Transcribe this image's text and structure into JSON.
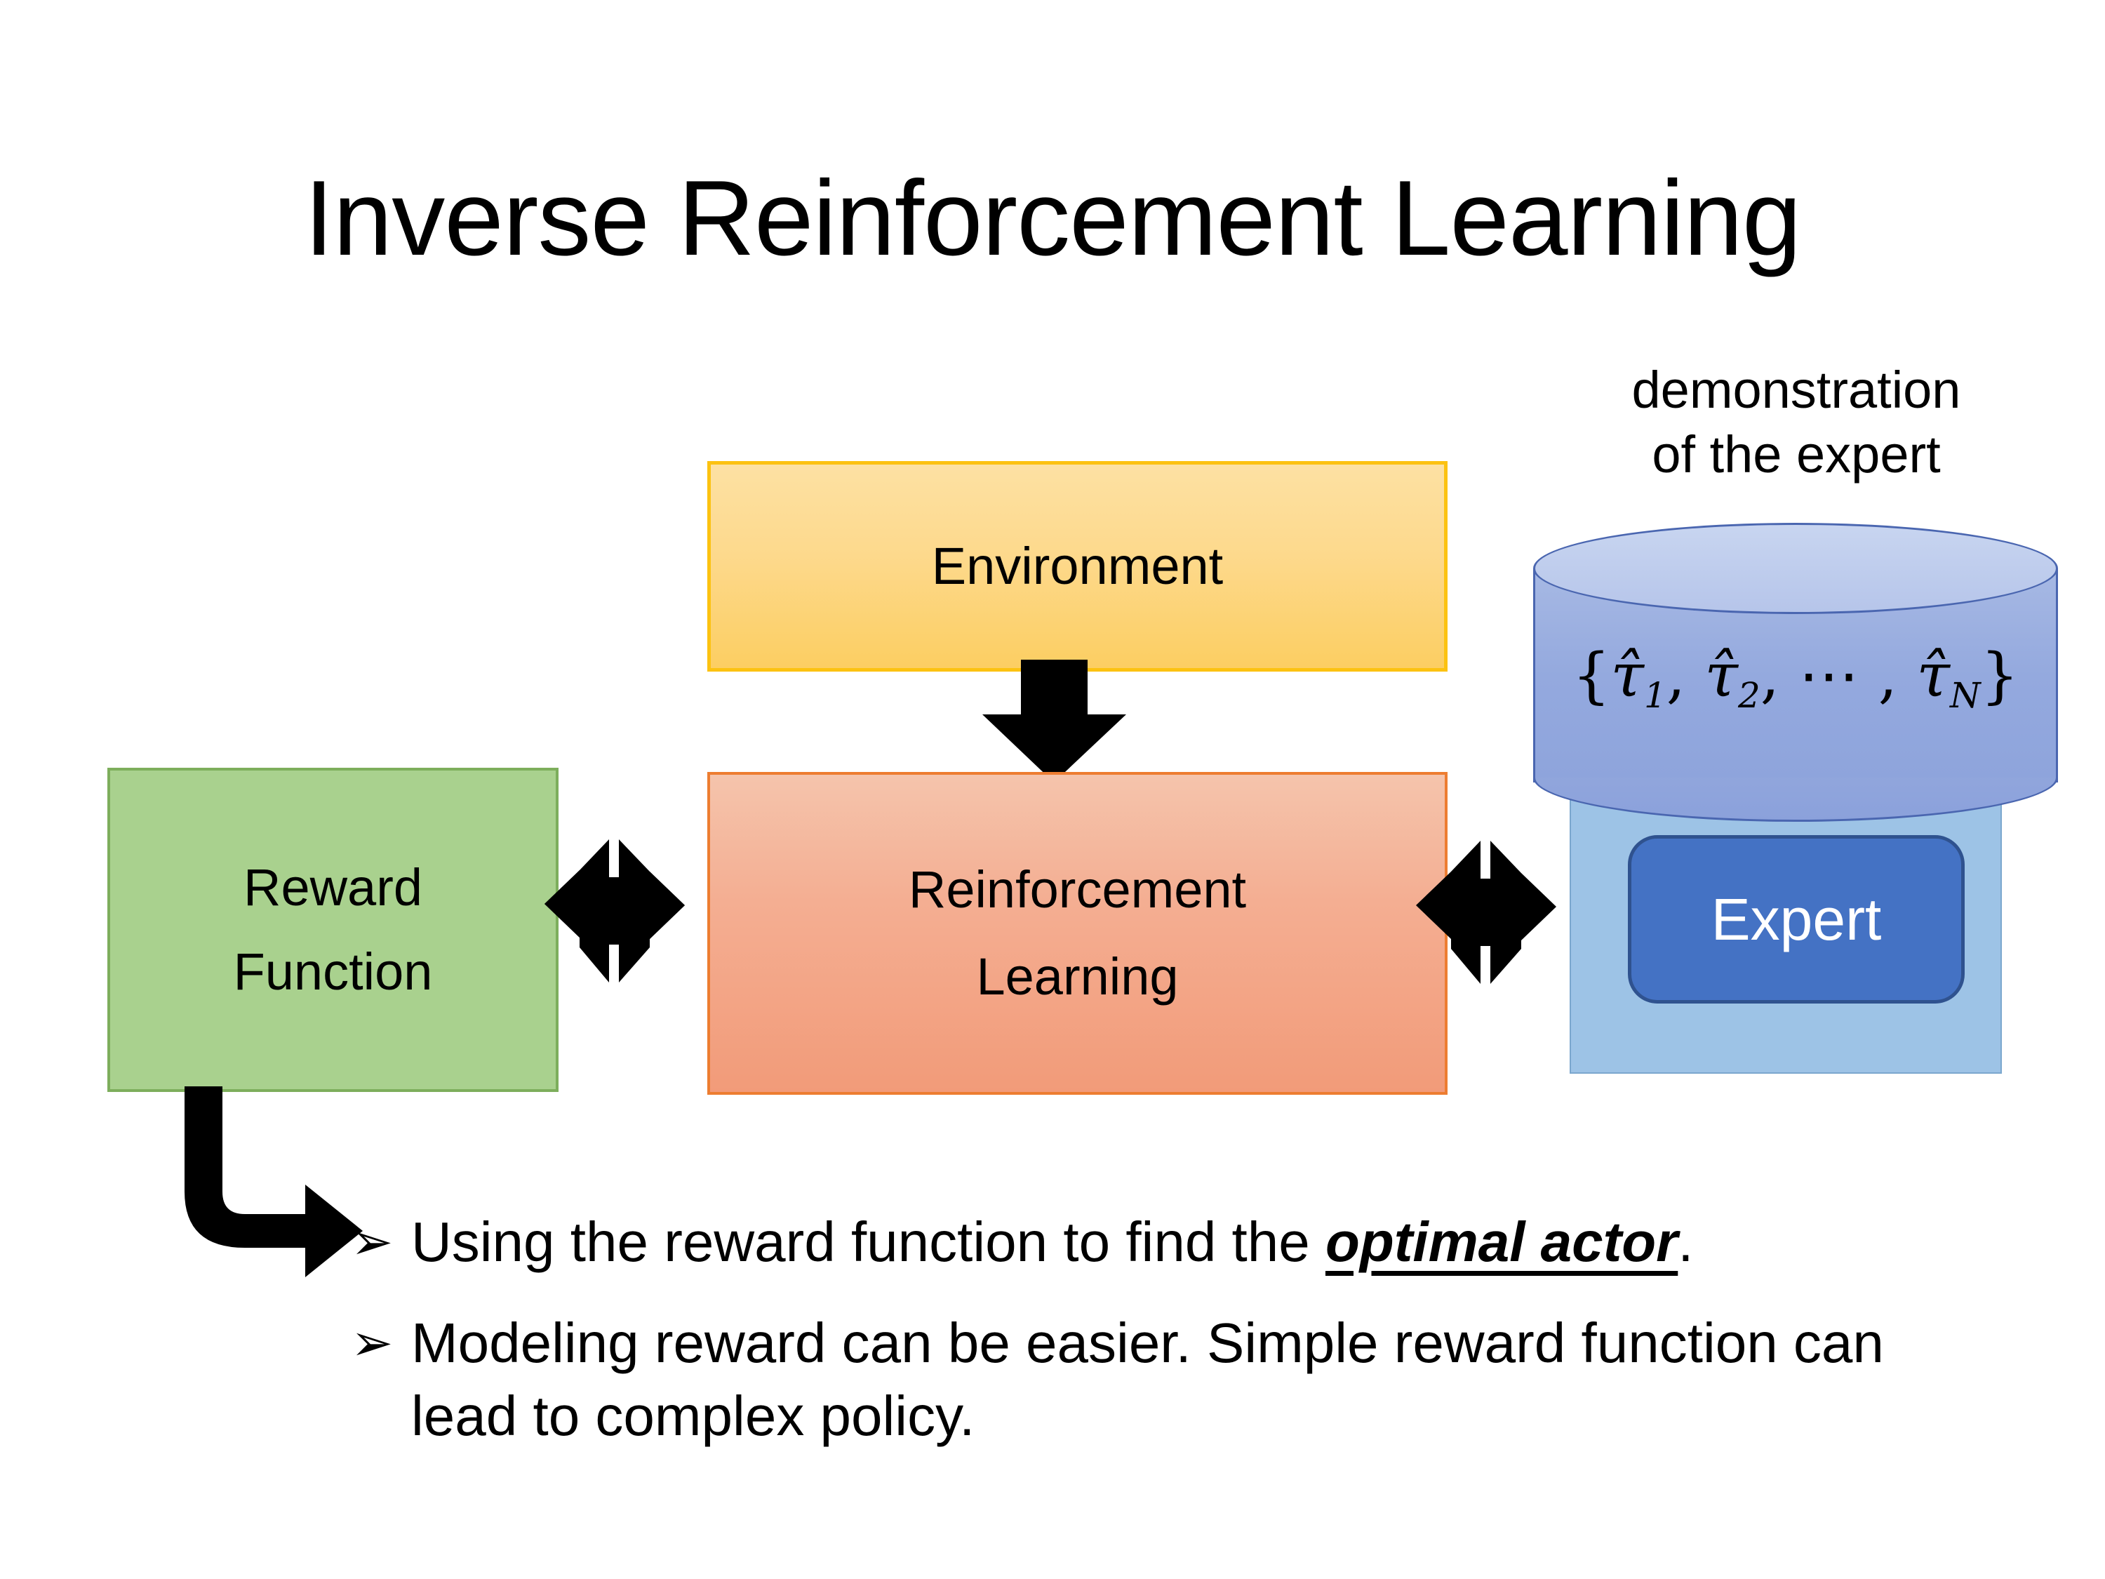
{
  "slide": {
    "title": "Inverse Reinforcement Learning",
    "background": "#FFFFFF"
  },
  "diagram": {
    "nodes": [
      {
        "id": "environment",
        "label": "Environment",
        "fill": "#FCD98C",
        "border": "#FCC211"
      },
      {
        "id": "reinforcement-learning",
        "label_line1": "Reinforcement",
        "label_line2": "Learning",
        "fill": "#F4AE92",
        "border": "#ED7D31"
      },
      {
        "id": "reward-function",
        "label_line1": "Reward",
        "label_line2": "Function",
        "fill": "#A9D18E",
        "border": "#7DAE5C"
      },
      {
        "id": "expert",
        "label": "Expert",
        "fill": "#4472C4",
        "border": "#2F528F",
        "text_color": "#FFFFFF"
      }
    ],
    "demonstration": {
      "caption_line1": "demonstration",
      "caption_line2": "of the expert",
      "formula_open": "{",
      "formula_tau1": "τ̂",
      "formula_sub1": "1",
      "formula_sep1": ", ",
      "formula_tau2": "τ̂",
      "formula_sub2": "2",
      "formula_sep2": ", ⋯ , ",
      "formula_tauN": "τ̂",
      "formula_subN": "N",
      "formula_close": "}",
      "formula_plain": "{τ̂₁, τ̂₂, ⋯ , τ̂ₙ}",
      "cylinder_fill": "#94A9DE",
      "cylinder_border": "#4A66B0",
      "panel_fill": "#9DC3E6"
    },
    "arrows": [
      {
        "id": "environment-to-rl",
        "kind": "down-block-arrow",
        "from": "environment",
        "to": "reinforcement-learning",
        "color": "#000000"
      },
      {
        "id": "reward-rl-quad",
        "kind": "quad-arrow",
        "between": [
          "reward-function",
          "reinforcement-learning"
        ],
        "color": "#000000"
      },
      {
        "id": "rl-expert-quad",
        "kind": "quad-arrow",
        "between": [
          "reinforcement-learning",
          "expert"
        ],
        "color": "#000000"
      },
      {
        "id": "reward-to-bullets",
        "kind": "elbow-arrow",
        "from": "reward-function",
        "to": "bullet-1",
        "color": "#000000"
      }
    ]
  },
  "bullets": {
    "marker": "➢",
    "items": [
      {
        "id": "bullet-1",
        "prefix": "Using the reward function to find the ",
        "emphasis": "optimal actor",
        "suffix": "."
      },
      {
        "id": "bullet-2",
        "prefix": "Modeling reward can be easier. Simple reward function can lead to complex policy.",
        "emphasis": "",
        "suffix": ""
      }
    ]
  }
}
